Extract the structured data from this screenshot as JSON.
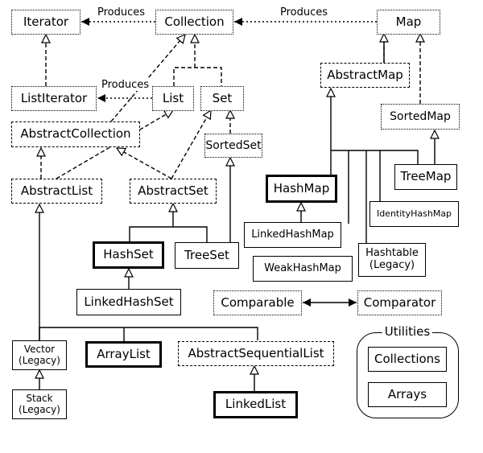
{
  "nodes": {
    "iterator": "Iterator",
    "collection": "Collection",
    "map": "Map",
    "list_iterator": "ListIterator",
    "list": "List",
    "set": "Set",
    "abstract_map": "AbstractMap",
    "abstract_collection": "AbstractCollection",
    "sorted_set": "SortedSet",
    "sorted_map": "SortedMap",
    "abstract_list": "AbstractList",
    "abstract_set": "AbstractSet",
    "hash_map": "HashMap",
    "tree_map": "TreeMap",
    "identity_hash_map": "IdentityHashMap",
    "linked_hash_map": "LinkedHashMap",
    "hash_set": "HashSet",
    "tree_set": "TreeSet",
    "hashtable": "Hashtable",
    "hashtable_note": "(Legacy)",
    "weak_hash_map": "WeakHashMap",
    "linked_hash_set": "LinkedHashSet",
    "comparable": "Comparable",
    "comparator": "Comparator",
    "vector": "Vector",
    "vector_note": "(Legacy)",
    "array_list": "ArrayList",
    "abstract_sequential_list": "AbstractSequentialList",
    "stack": "Stack",
    "stack_note": "(Legacy)",
    "linked_list": "LinkedList"
  },
  "utilities": {
    "title": "Utilities",
    "collections": "Collections",
    "arrays": "Arrays"
  },
  "labels": {
    "produces_iterator": "Produces",
    "produces_map": "Produces",
    "produces_list_iterator": "Produces"
  }
}
